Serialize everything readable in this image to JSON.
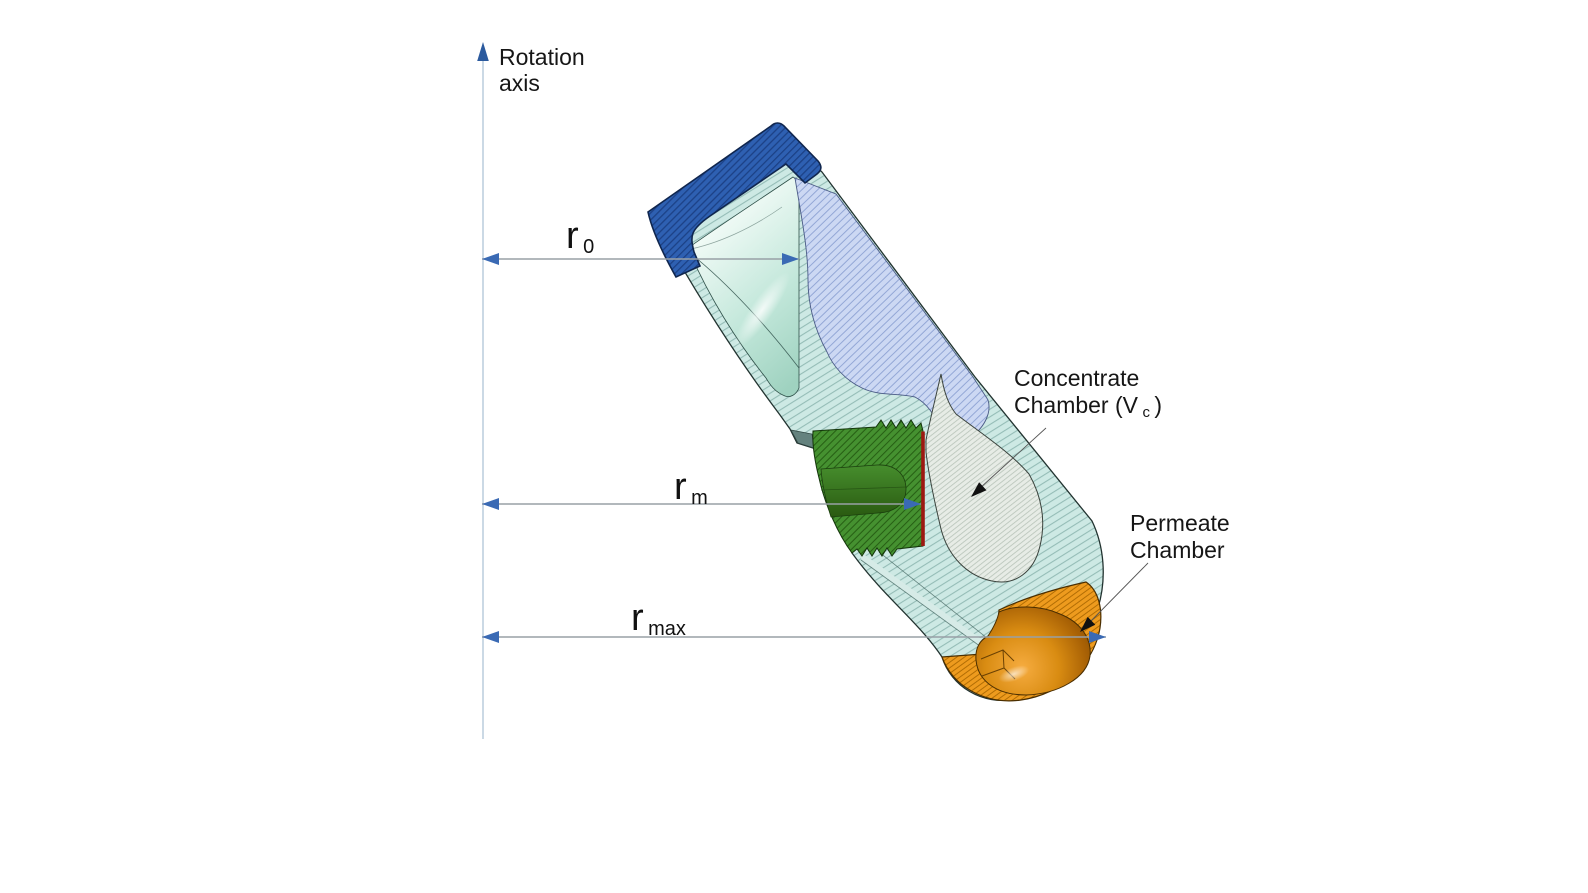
{
  "labels": {
    "rotation_axis": {
      "line1": "Rotation",
      "line2": "axis"
    },
    "r0": {
      "base": "r",
      "sub": "0"
    },
    "rm": {
      "base": "r",
      "sub": "m"
    },
    "rmax": {
      "base": "r",
      "sub": "max"
    },
    "concentrate": {
      "line1": "Concentrate",
      "line2_pre": "Chamber (V",
      "line2_sub": "c",
      "line2_post": ")"
    },
    "permeate": {
      "line1": "Permeate",
      "line2": "Chamber"
    }
  },
  "colors": {
    "background": "#ffffff",
    "axis_line": "#b5c9da",
    "axis_arrow": "#2b5a9e",
    "dimension_line": "#98a0a6",
    "dimension_arrow": "#3a6ab4",
    "leader_line": "#555555",
    "leader_arrow": "#111111",
    "text": "#161616",
    "cap_blue": "#2e60b2",
    "cap_hatch": "#1c4186",
    "body_cyan": "#cde9e4",
    "body_hatch": "#8fb8b2",
    "interior_mint": "#bfe6d9",
    "feed_lavender": "#ccd8f3",
    "feed_hatch": "#93a7d6",
    "insert_green": "#459130",
    "insert_hatch": "#275f14",
    "membrane_red": "#9d1812",
    "concentrate_fill": "#e7ece6",
    "concentrate_hatch": "#b7c3b8",
    "permeate_orange": "#ee9b1e",
    "permeate_hatch": "#b26d04"
  }
}
